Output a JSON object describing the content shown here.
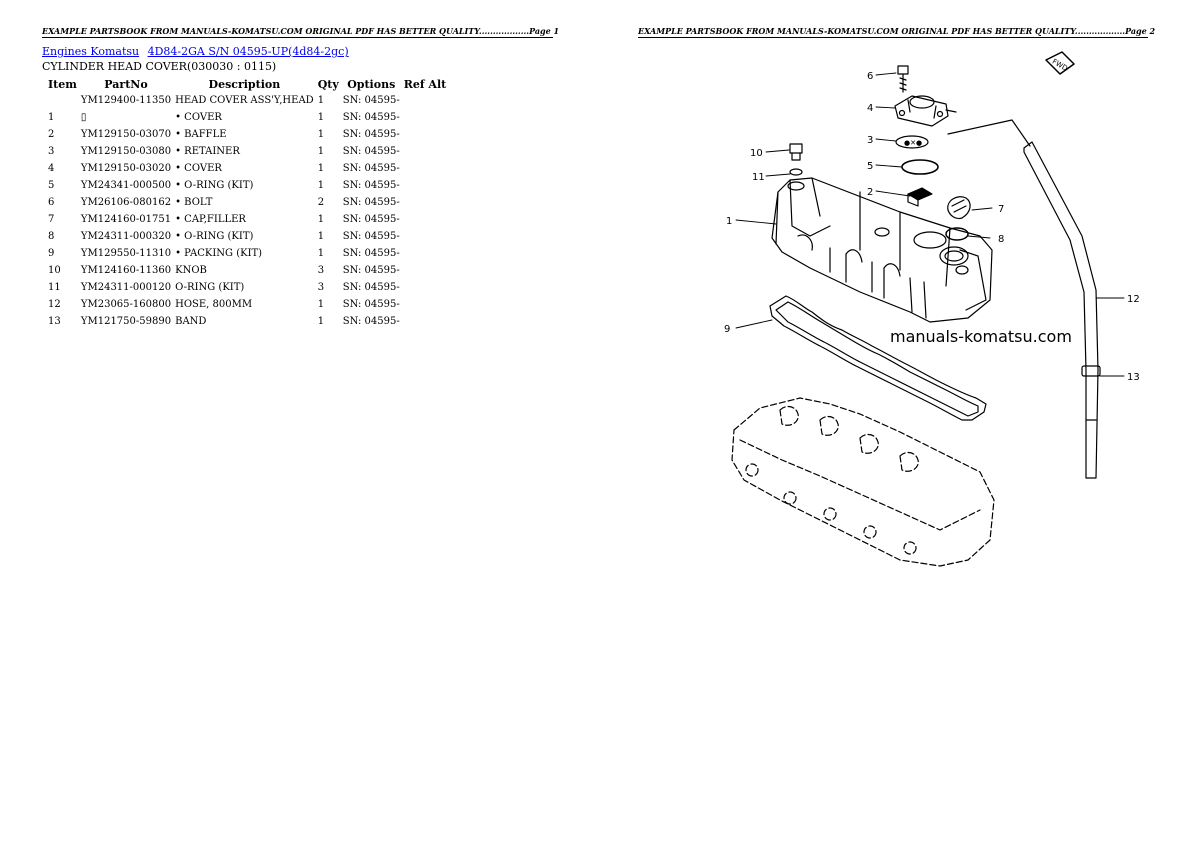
{
  "header": {
    "page1": "EXAMPLE PARTSBOOK FROM MANUALS-KOMATSU.COM ORIGINAL PDF HAS BETTER QUALITY..................Page 1",
    "page2": "EXAMPLE PARTSBOOK FROM MANUALS-KOMATSU.COM ORIGINAL PDF HAS BETTER QUALITY..................Page 2"
  },
  "breadcrumb": {
    "link1": "Engines Komatsu",
    "link2": "4D84-2GA S/N 04595-UP(4d84-2gc)"
  },
  "section_title": "CYLINDER HEAD COVER(030030 : 0115)",
  "table": {
    "headers": [
      "Item",
      "PartNo",
      "Description",
      "Qty",
      "Options",
      "Ref Alt"
    ],
    "rows": [
      {
        "item": "",
        "part": "YM129400-11350",
        "desc": "HEAD COVER ASS'Y,HEAD",
        "qty": "1",
        "opt": "SN: 04595-",
        "ref": ""
      },
      {
        "item": "1",
        "part": "▯",
        "desc": "• COVER",
        "qty": "1",
        "opt": "SN: 04595-",
        "ref": ""
      },
      {
        "item": "2",
        "part": "YM129150-03070",
        "desc": "• BAFFLE",
        "qty": "1",
        "opt": "SN: 04595-",
        "ref": ""
      },
      {
        "item": "3",
        "part": "YM129150-03080",
        "desc": "• RETAINER",
        "qty": "1",
        "opt": "SN: 04595-",
        "ref": ""
      },
      {
        "item": "4",
        "part": "YM129150-03020",
        "desc": "• COVER",
        "qty": "1",
        "opt": "SN: 04595-",
        "ref": ""
      },
      {
        "item": "5",
        "part": "YM24341-000500",
        "desc": "• O-RING (KIT)",
        "qty": "1",
        "opt": "SN: 04595-",
        "ref": ""
      },
      {
        "item": "6",
        "part": "YM26106-080162",
        "desc": "• BOLT",
        "qty": "2",
        "opt": "SN: 04595-",
        "ref": ""
      },
      {
        "item": "7",
        "part": "YM124160-01751",
        "desc": "• CAP,FILLER",
        "qty": "1",
        "opt": "SN: 04595-",
        "ref": ""
      },
      {
        "item": "8",
        "part": "YM24311-000320",
        "desc": "• O-RING (KIT)",
        "qty": "1",
        "opt": "SN: 04595-",
        "ref": ""
      },
      {
        "item": "9",
        "part": "YM129550-11310",
        "desc": "• PACKING (KIT)",
        "qty": "1",
        "opt": "SN: 04595-",
        "ref": ""
      },
      {
        "item": "10",
        "part": "YM124160-11360",
        "desc": "KNOB",
        "qty": "3",
        "opt": "SN: 04595-",
        "ref": ""
      },
      {
        "item": "11",
        "part": "YM24311-000120",
        "desc": "O-RING (KIT)",
        "qty": "3",
        "opt": "SN: 04595-",
        "ref": ""
      },
      {
        "item": "12",
        "part": "YM23065-160800",
        "desc": "HOSE, 800MM",
        "qty": "1",
        "opt": "SN: 04595-",
        "ref": ""
      },
      {
        "item": "13",
        "part": "YM121750-59890",
        "desc": "BAND",
        "qty": "1",
        "opt": "SN: 04595-",
        "ref": ""
      }
    ]
  },
  "diagram": {
    "watermark": "manuals-komatsu.com",
    "fwd_label": "FWD",
    "callouts": [
      "1",
      "2",
      "3",
      "4",
      "5",
      "6",
      "7",
      "8",
      "9",
      "10",
      "11",
      "12",
      "13"
    ]
  }
}
